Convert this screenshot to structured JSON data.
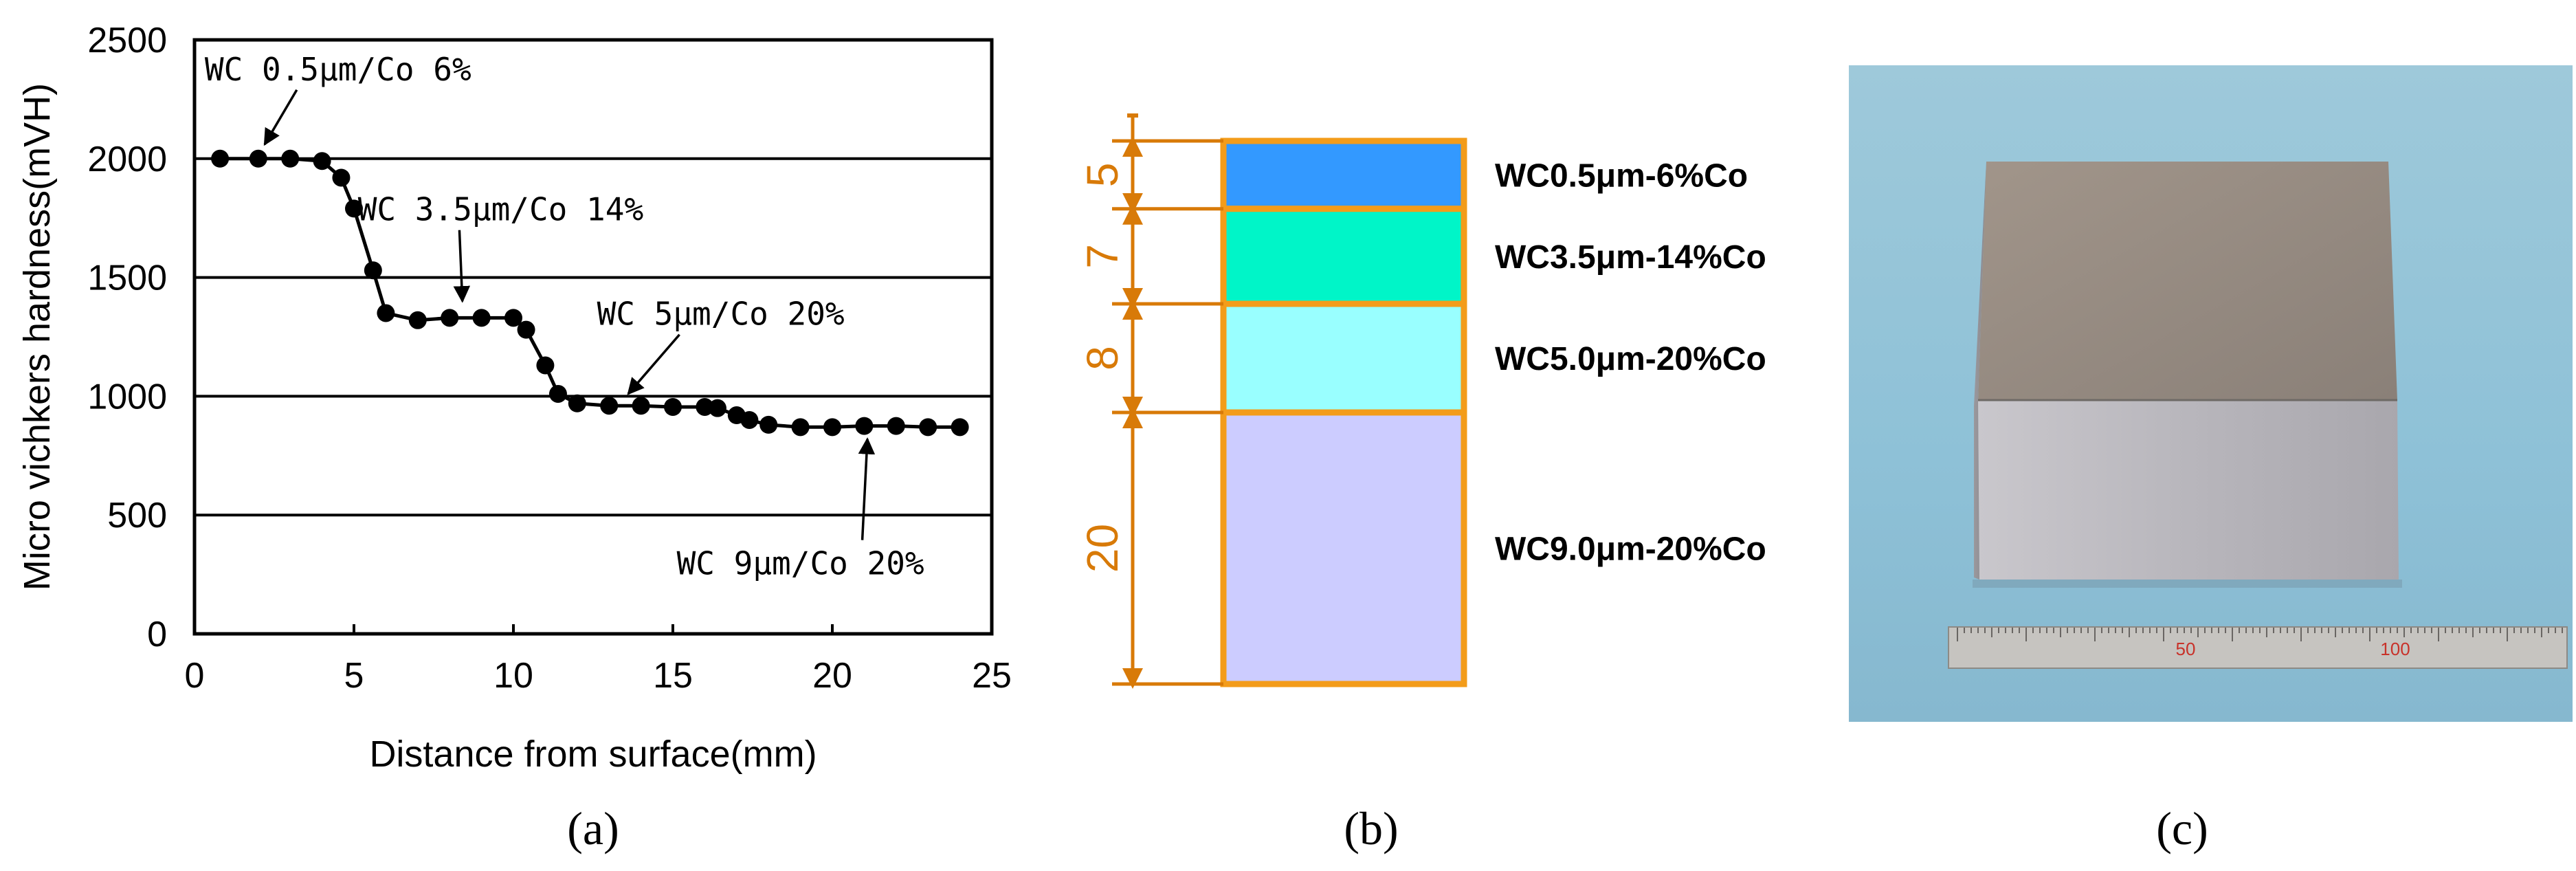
{
  "chart_data": [
    {
      "type": "line",
      "panel_label": "(a)",
      "xlabel": "Distance from surface(mm)",
      "ylabel": "Micro vichkers hardness(mVH)",
      "xlim": [
        0,
        25
      ],
      "ylim": [
        0,
        2500
      ],
      "x_ticks": [
        "0",
        "5",
        "10",
        "15",
        "20",
        "25"
      ],
      "y_ticks": [
        "0",
        "500",
        "1000",
        "1500",
        "2000",
        "2500"
      ],
      "grid": "horizontal",
      "x": [
        0.8,
        2.0,
        3.0,
        4.0,
        4.6,
        5.0,
        5.6,
        6.0,
        7.0,
        8.0,
        9.0,
        10.0,
        10.4,
        11.0,
        11.4,
        12.0,
        13.0,
        14.0,
        15.0,
        16.0,
        16.4,
        17.0,
        17.4,
        18.0,
        19.0,
        20.0,
        21.0,
        22.0,
        23.0,
        24.0
      ],
      "y": [
        2000,
        2000,
        2000,
        1990,
        1920,
        1790,
        1530,
        1350,
        1320,
        1330,
        1330,
        1330,
        1280,
        1130,
        1010,
        970,
        960,
        960,
        955,
        955,
        950,
        920,
        900,
        880,
        870,
        870,
        875,
        875,
        870,
        870
      ],
      "annotations": [
        {
          "text": "WC 0.5μm/Co 6%",
          "x": 4.5,
          "y": 2330,
          "arrow_x": 2.2,
          "arrow_y": 2060
        },
        {
          "text": "WC 3.5μm/Co 14%",
          "x": 9.6,
          "y": 1740,
          "arrow_x": 8.4,
          "arrow_y": 1400
        },
        {
          "text": "WC 5μm/Co 20%",
          "x": 16.5,
          "y": 1300,
          "arrow_x": 13.6,
          "arrow_y": 1010
        },
        {
          "text": "WC 9μm/Co 20%",
          "x": 19.0,
          "y": 250,
          "arrow_x": 21.1,
          "arrow_y": 820
        }
      ]
    },
    {
      "type": "bar",
      "panel_label": "(b)",
      "categories": [
        "WC0.5μm-6%Co",
        "WC3.5μm-14%Co",
        "WC5.0μm-20%Co",
        "WC9.0μm-20%Co"
      ],
      "values": [
        5,
        7,
        8,
        20
      ],
      "value_labels": [
        "5",
        "7",
        "8",
        "20"
      ],
      "orientation": "stacked-vertical",
      "colors": [
        "#3399ff",
        "#00f5c8",
        "#99ffff",
        "#ccccff"
      ],
      "outline_color": "#f39c1a",
      "dimension_color": "#d87a08"
    }
  ],
  "photo": {
    "panel_label": "(c)",
    "ruler_labels": [
      "50",
      "100"
    ]
  }
}
